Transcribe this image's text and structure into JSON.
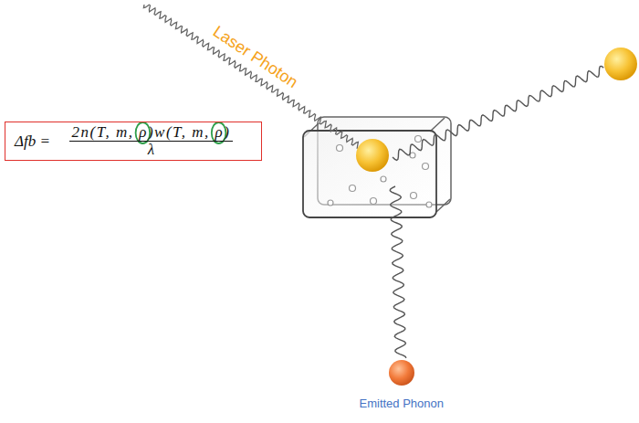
{
  "diagram": {
    "nodes": [
      {
        "text": [
          "Δfb =",
          "2n(T, m, ρ)w(T, m, ρ)",
          "λ"
        ]
      }
    ],
    "labels": [
      "Laser Photon",
      "Emitted Phonon"
    ]
  }
}
